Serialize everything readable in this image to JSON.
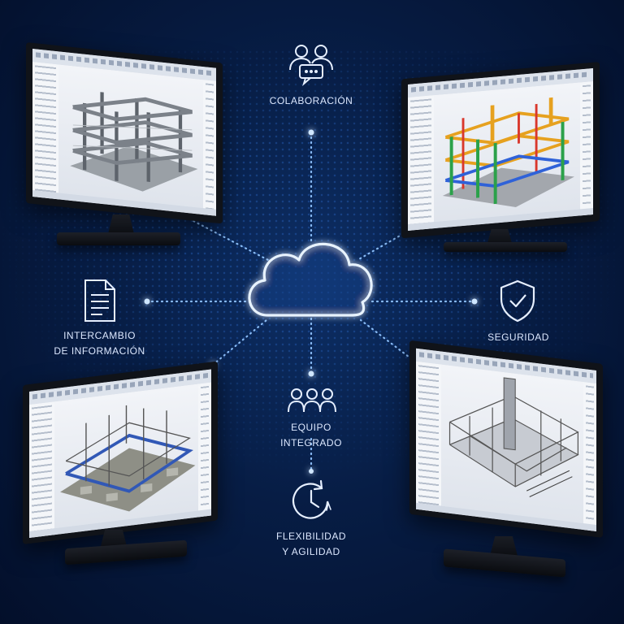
{
  "features": {
    "colaboracion": {
      "label": "COLABORACIÓN",
      "icon": "collaboration-chat-icon"
    },
    "intercambio": {
      "label": "INTERCAMBIO\nDE INFORMACIÓN",
      "icon": "document-icon"
    },
    "seguridad": {
      "label": "SEGURIDAD",
      "icon": "shield-check-icon"
    },
    "equipo": {
      "label": "EQUIPO\nINTEGRADO",
      "icon": "team-icon"
    },
    "flexibilidad": {
      "label": "FLEXIBILIDAD\nY AGILIDAD",
      "icon": "clock-refresh-icon"
    }
  },
  "center": {
    "icon": "cloud-icon"
  },
  "monitors": [
    {
      "id": "top-left",
      "model": "concrete-frame-building"
    },
    {
      "id": "top-right",
      "model": "colored-structural-frame"
    },
    {
      "id": "bottom-left",
      "model": "steel-reinforcement-foundation"
    },
    {
      "id": "bottom-right",
      "model": "wireframe-structure"
    }
  ],
  "colors": {
    "background": "#071d45",
    "glow": "#4fa3ff",
    "line": "#8fc3ff",
    "text": "#dce8ff"
  }
}
